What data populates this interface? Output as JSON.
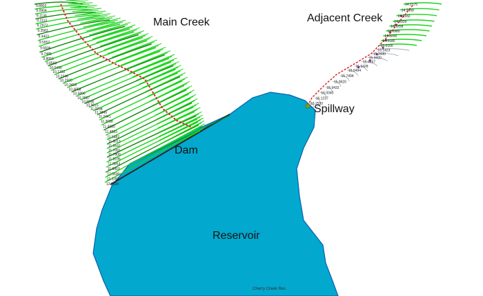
{
  "labels": {
    "main_creek": "Main Creek",
    "adjacent_creek": "Adjacent Creek",
    "spillway": "Spillway",
    "dam": "Dam",
    "reservoir": "Reservoir",
    "reservoir_tag": "Cherry Creek Res"
  },
  "colors": {
    "reservoir_fill": "#03a8ce",
    "reservoir_edge": "#0a5fb0",
    "cross_section": "#19d419",
    "cross_section_dark": "#0e8a0e",
    "river_centerline": "#e0222a",
    "dam_line": "#2a2a2a",
    "station_marker": "#9b2ea0"
  },
  "main_creek_stations": [
    "9.8803",
    "9.0904",
    "9.1136",
    "9.2113",
    "9.2973",
    "9.3583",
    "9.4403",
    "9.5552",
    "9.6836",
    "9.7486",
    "9.8050",
    "9.8550",
    "10.0436",
    "10.1392",
    "10.2246",
    "10.2920",
    "10.3409",
    "10.4058",
    "10.6896",
    "10.7687",
    "10.8290",
    "10.9615",
    "11.0294",
    "11.1849",
    "11.2441",
    "11.3088",
    "11.4080",
    "11.4583",
    "11.5482",
    "11.6013",
    "11.6541",
    "11.7091",
    "11.7800",
    "11.8196",
    "11.8853",
    "11.9403",
    "12.0600",
    "12.1183",
    "12.3034"
  ],
  "adjacent_creek_stations": [
    "14.2175",
    "14.3458",
    "14.4182",
    "14.5339",
    "14.6258",
    "14.6980",
    "14.8200",
    "14.9180",
    "15.0166",
    "15.1423",
    "15.2430",
    "15.3420",
    "15.4557",
    "15.5428",
    "15.6494",
    "15.7494",
    "15.8620",
    "15.9432",
    "16.0040",
    "16.1237",
    "16.2530"
  ]
}
